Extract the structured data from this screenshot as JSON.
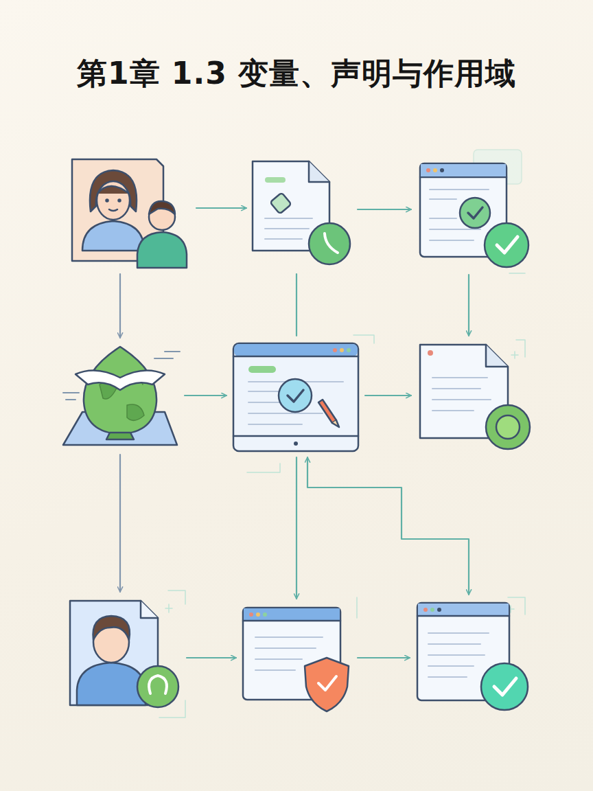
{
  "diagram": {
    "title": "第1章 1.3 变量、声明与作用域",
    "nodes": [
      {
        "text": []
      },
      {
        "text": []
      },
      {
        "text": []
      },
      {
        "text": []
      },
      {
        "text": []
      },
      {
        "text": []
      },
      {
        "text": []
      },
      {
        "text": []
      },
      {
        "text": []
      }
    ],
    "edges": [
      {
        "from": 0,
        "to": 1,
        "arrow": "to"
      },
      {
        "from": 1,
        "to": 2,
        "arrow": "to"
      },
      {
        "from": 0,
        "to": 3,
        "arrow": "to"
      },
      {
        "from": 2,
        "to": 5,
        "arrow": "to"
      },
      {
        "from": 1,
        "to": 4,
        "arrow": "none"
      },
      {
        "from": 3,
        "to": 4,
        "arrow": "to"
      },
      {
        "from": 4,
        "to": 5,
        "arrow": "to"
      },
      {
        "from": 3,
        "to": 6,
        "arrow": "to"
      },
      {
        "from": 4,
        "to": 7,
        "arrow": "to"
      },
      {
        "from": 4,
        "to": 8,
        "arrow": "both"
      },
      {
        "from": 6,
        "to": 7,
        "arrow": "to"
      },
      {
        "from": 7,
        "to": 8,
        "arrow": "to"
      }
    ]
  }
}
